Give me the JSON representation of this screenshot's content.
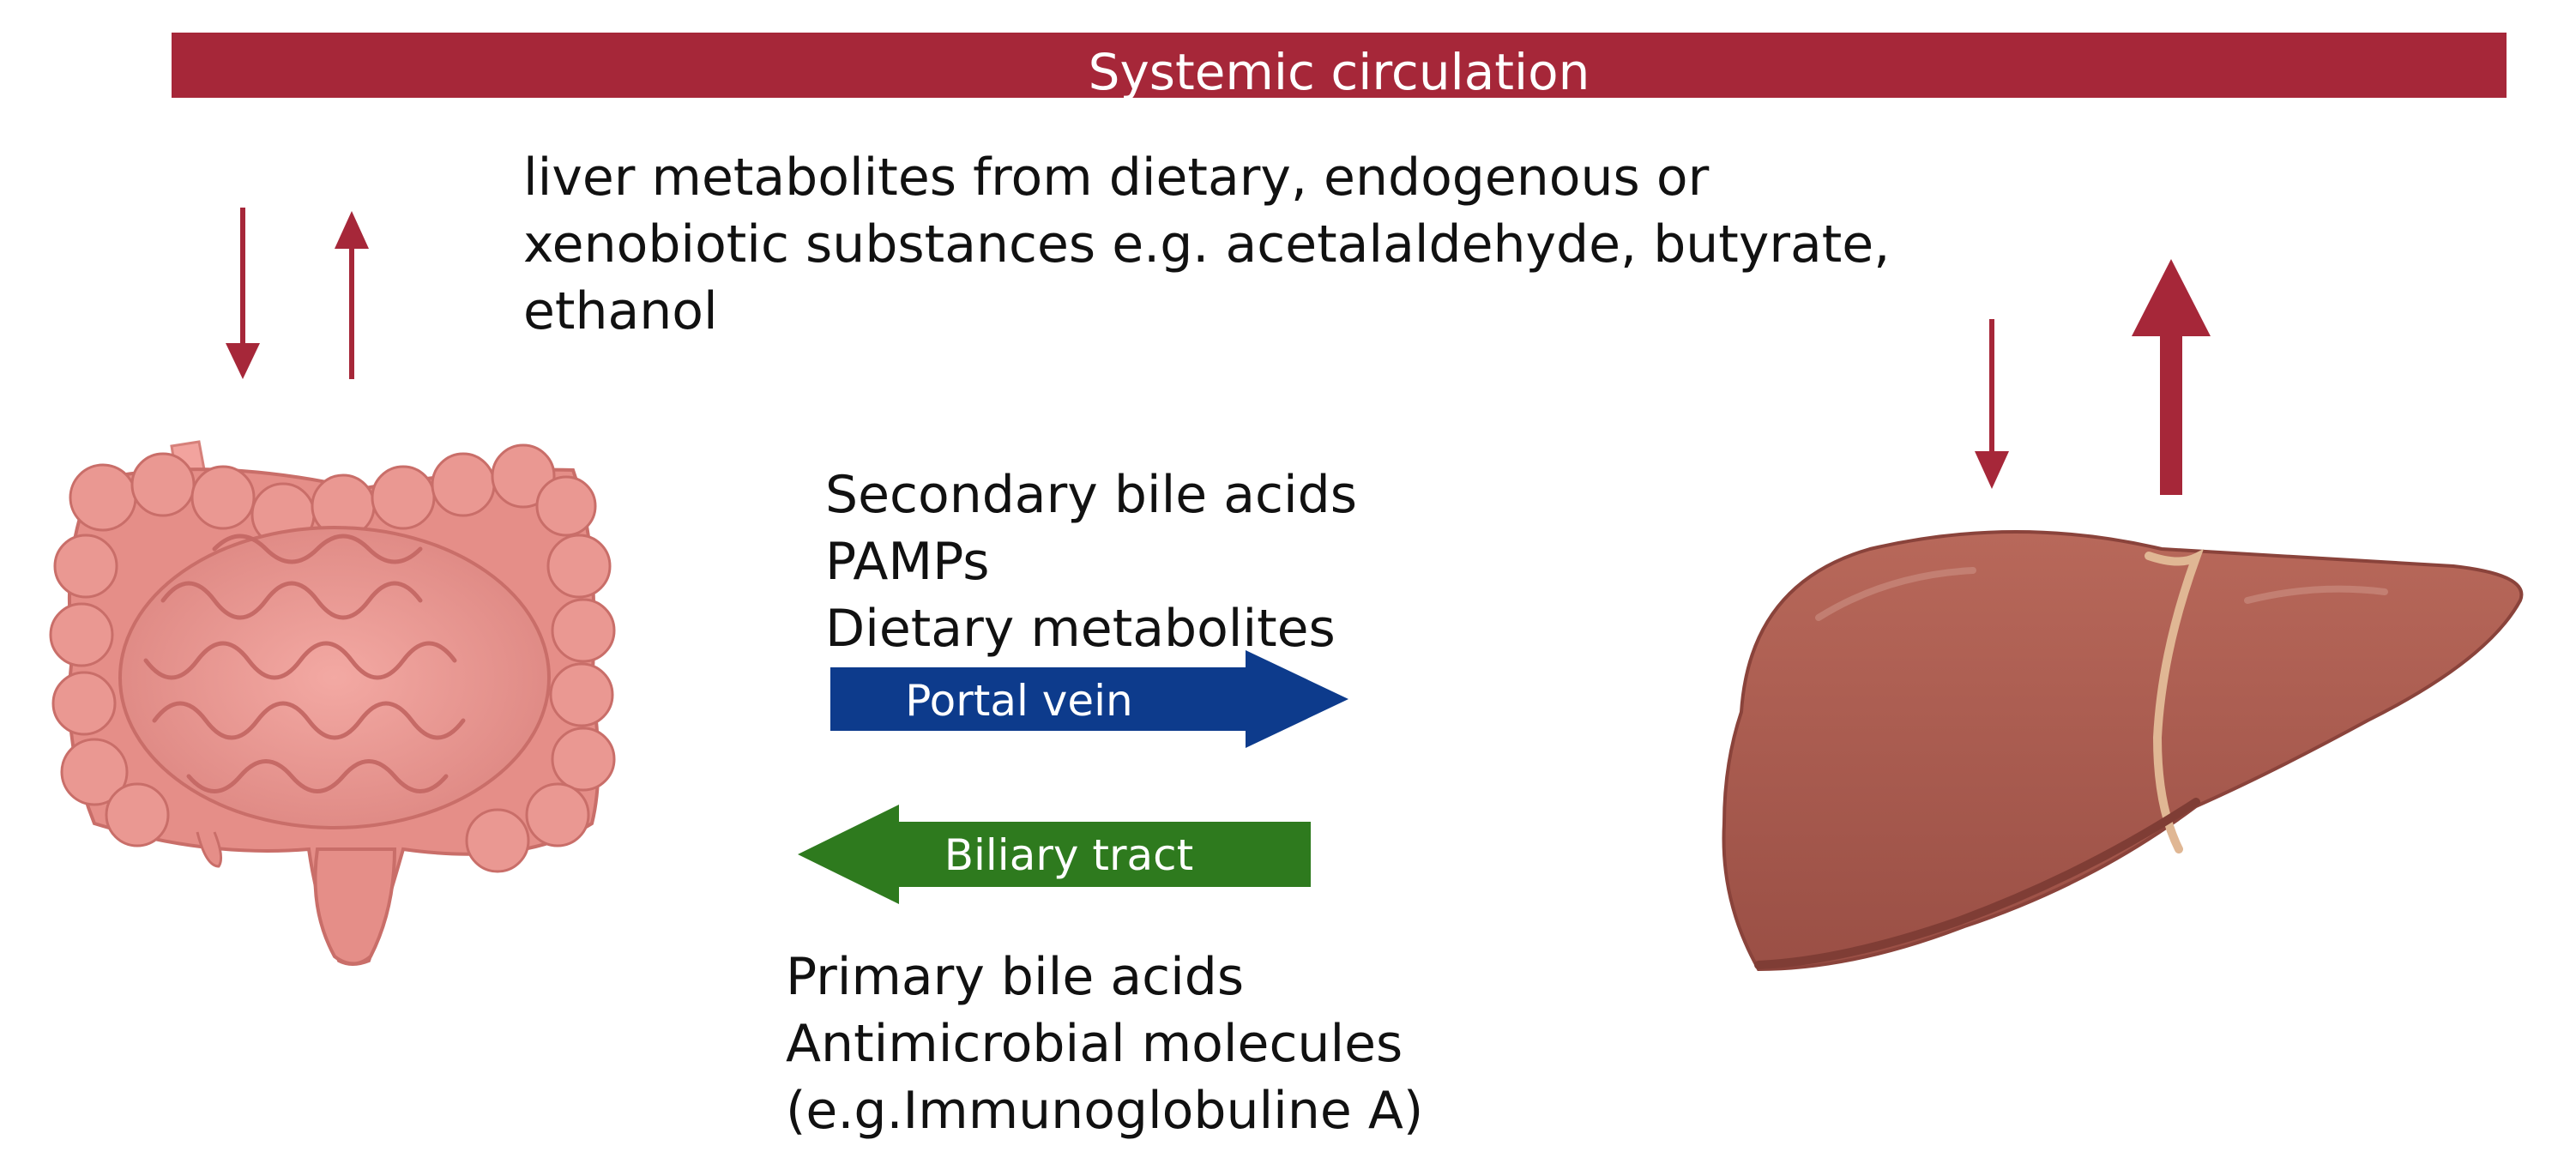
{
  "banner": {
    "label": "Systemic circulation",
    "color": "#a62739"
  },
  "top_text": {
    "line1": "liver metabolites from dietary, endogenous or",
    "line2": "xenobiotic substances  e.g. acetalaldehyde, butyrate,",
    "line3": "ethanol"
  },
  "portal_items": {
    "line1": "Secondary bile acids",
    "line2": "PAMPs",
    "line3": "Dietary metabolites"
  },
  "portal_arrow": {
    "label": "Portal vein",
    "color": "#0d3b8c"
  },
  "biliary_arrow": {
    "label": "Biliary tract",
    "color": "#2e7a1e"
  },
  "biliary_items": {
    "line1": "Primary bile acids",
    "line2": "Antimicrobial molecules",
    "line3": "(e.g.Immunoglobuline A)"
  },
  "organs": {
    "intestine": "intestine",
    "liver": "liver"
  },
  "arrow_color": "#a62739"
}
